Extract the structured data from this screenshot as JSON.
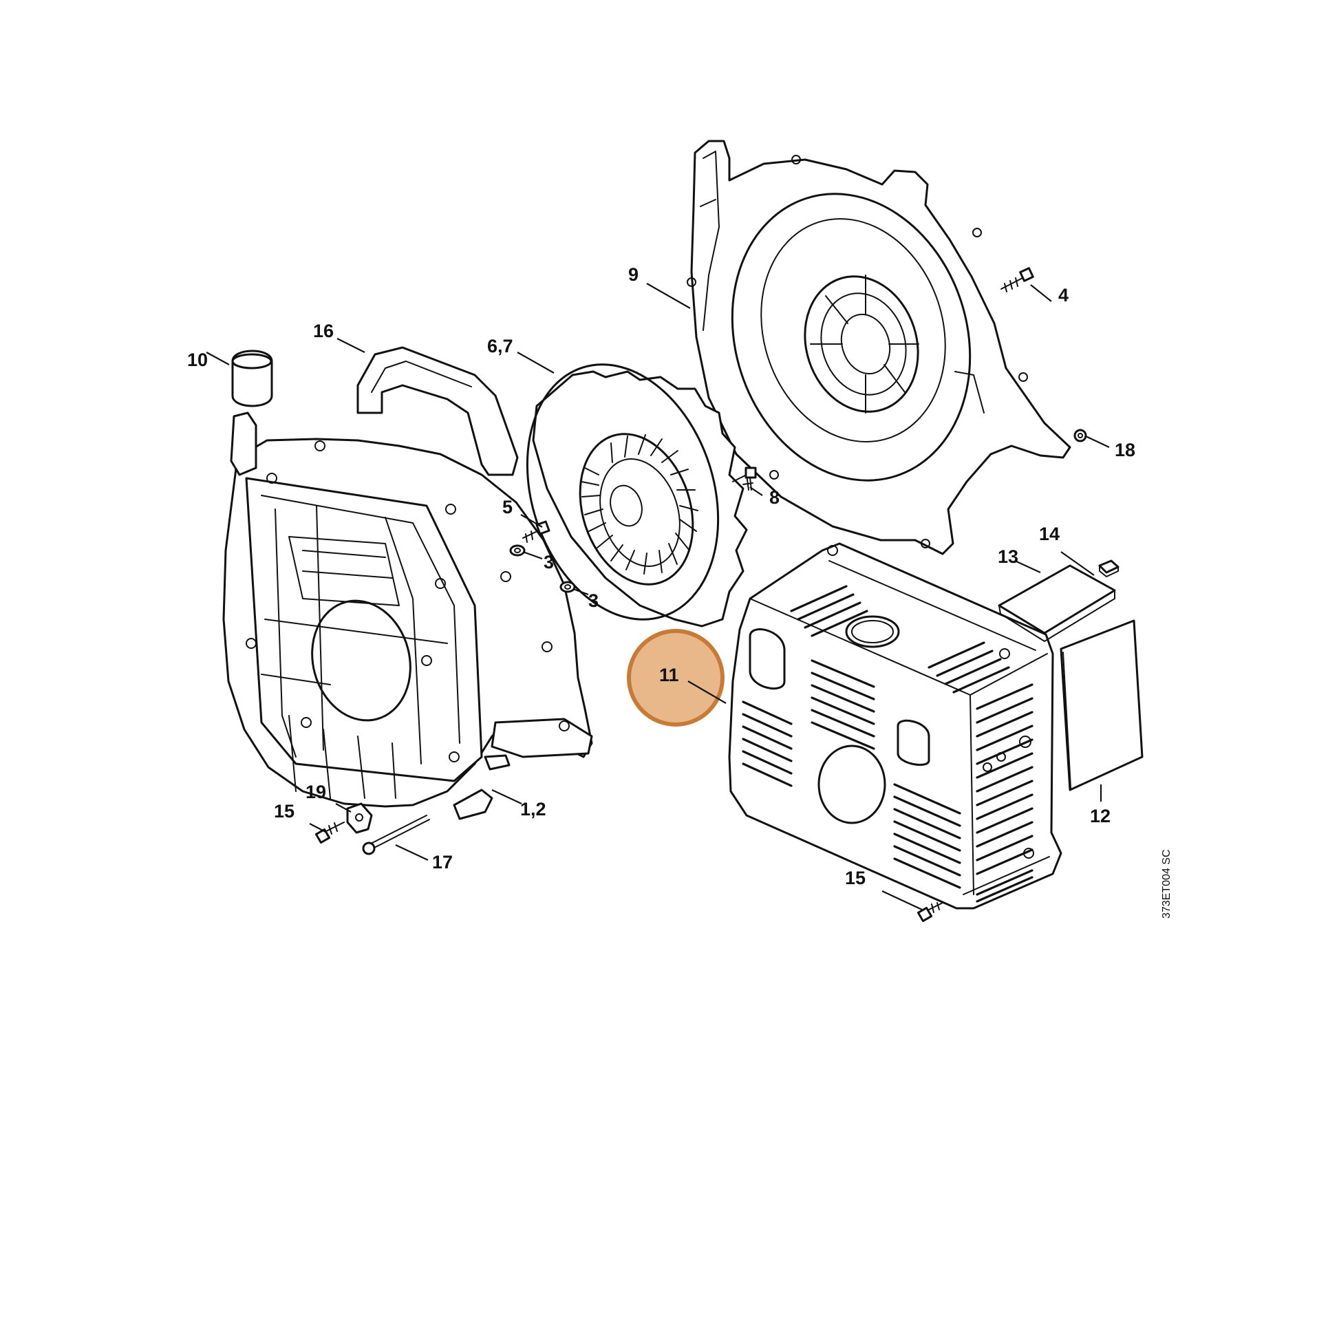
{
  "diagram": {
    "labels": {
      "p1_2": "1,2",
      "p3a": "3",
      "p3b": "3",
      "p4": "4",
      "p5": "5",
      "p6_7": "6,7",
      "p8": "8",
      "p9": "9",
      "p10": "10",
      "p11": "11",
      "p12": "12",
      "p13": "13",
      "p14": "14",
      "p15a": "15",
      "p15b": "15",
      "p16": "16",
      "p17": "17",
      "p18": "18",
      "p19": "19"
    },
    "drawing_code": "373ET004 SC",
    "highlight_color": "#e8b88a",
    "highlight_ring_color": "#c97a35"
  }
}
